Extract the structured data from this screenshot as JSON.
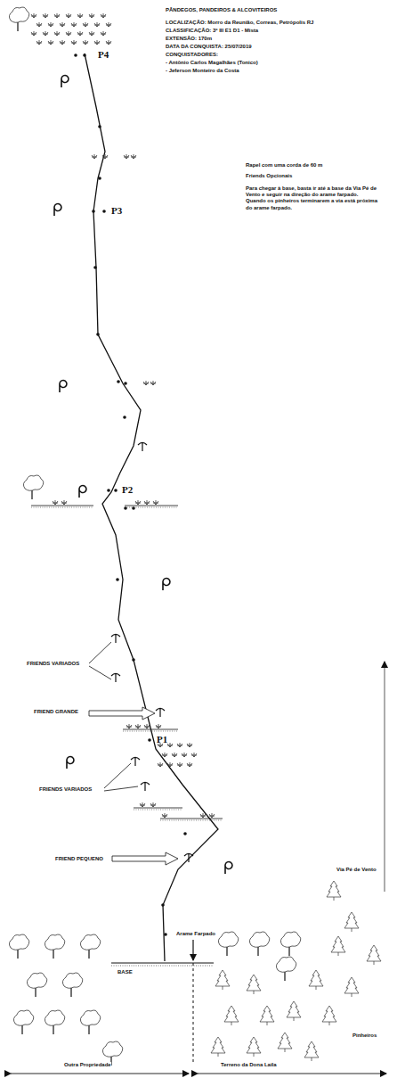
{
  "diagram": {
    "title": "PÂNDEGOS, PANDEIROS & ALCOVITEIROS",
    "labels": [
      "LOCALIZAÇÃO: Morro da Reunião, Correas, Petrópolis RJ",
      "CLASSIFICAÇÃO: 3º III E1 D1 - Mista",
      "EXTENSÃO: 170m",
      "DATA DA CONQUISTA: 25/07/2019",
      "CONQUISTADORES:",
      "- Antônio Carlos Magalhães (Tonico)",
      "- Jeferson Monteiro da Costa",
      "Rapel com uma corda de 60 m",
      "Friends Opcionais",
      "Para chegar à base, basta ir até a base da Via Pé de Vento e seguir na direção do arame farpado. Quando os pinheiros terminarem a via está próxima do arame farpado.",
      "P4",
      "P3",
      "P2",
      "FRIENDS VARIADOS",
      "FRIEND GRANDE",
      "P1",
      "FRIENDS VARIADOS",
      "FRIEND PEQUENO",
      "Via Pé de Vento",
      "Arame Farpado",
      "BASE",
      "Pinheiros",
      "Outra Propriedade",
      "Terreno da Dona Laila"
    ]
  }
}
